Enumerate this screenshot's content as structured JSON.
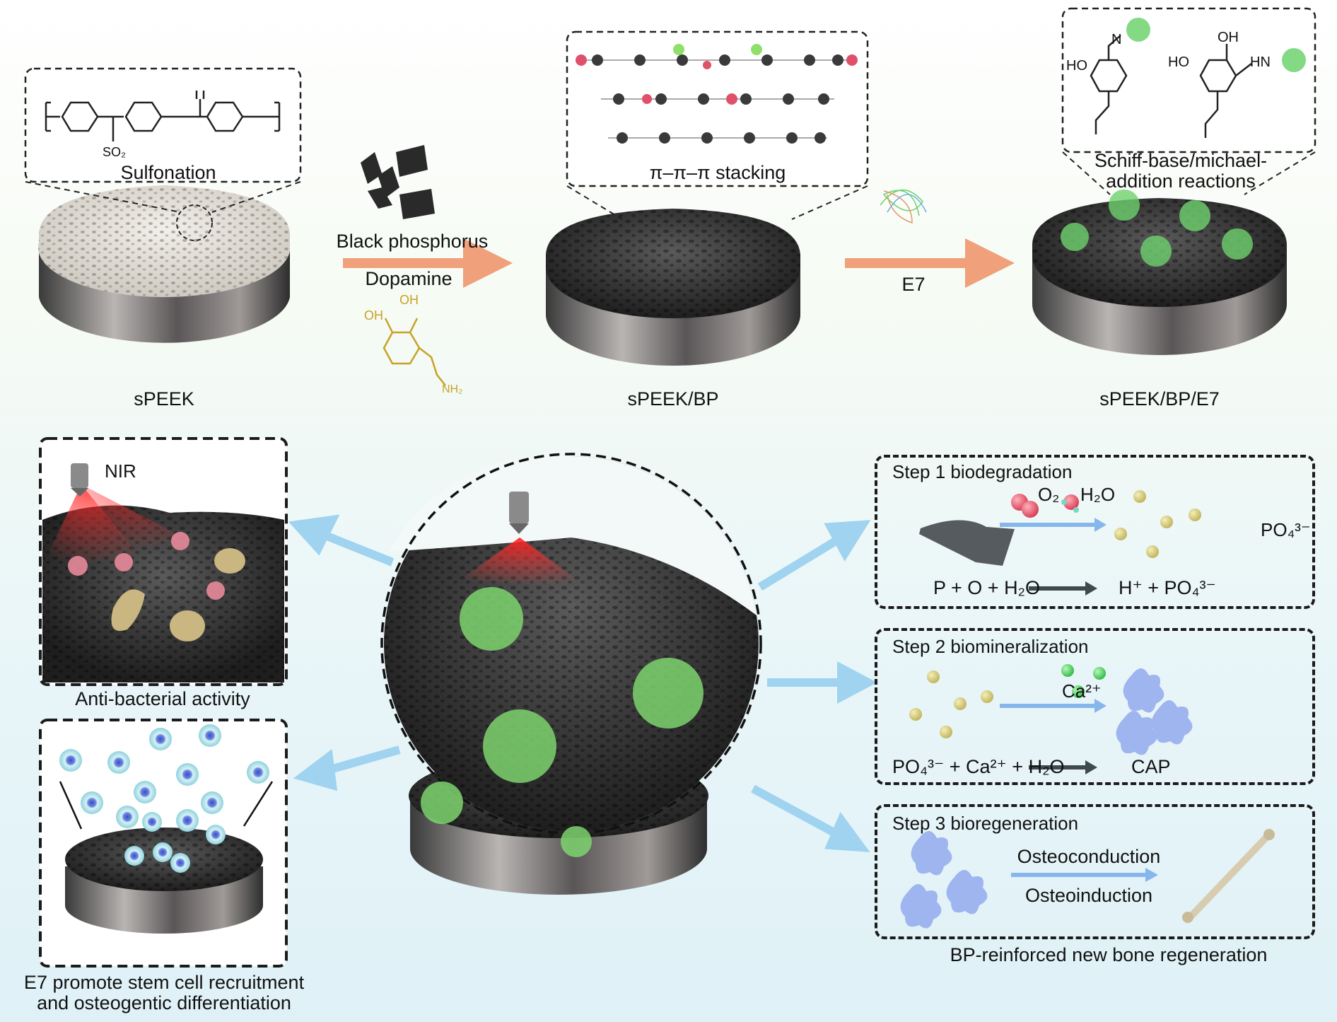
{
  "top_row": {
    "speek": {
      "label": "sPEEK",
      "inset_label": "Sulfonation",
      "sulfonate_group": "SO₂"
    },
    "reagent_arrow_1": {
      "line1": "Black phosphorus",
      "line2": "Dopamine",
      "dopamine_oh1": "OH",
      "dopamine_oh2": "OH",
      "dopamine_nh2": "NH₂"
    },
    "speek_bp": {
      "label": "sPEEK/BP",
      "inset_label": "π–π–π stacking"
    },
    "reagent_arrow_2": {
      "label": "E7"
    },
    "speek_bp_e7": {
      "label": "sPEEK/BP/E7",
      "inset_label_line1": "Schiff-base/michael-",
      "inset_label_line2": "addition reactions",
      "ho1": "HO",
      "n": "N",
      "ho2": "HO",
      "oh": "OH",
      "hn": "HN"
    }
  },
  "left_panels": {
    "antibacterial": {
      "nir_label": "NIR",
      "caption": "Anti-bacterial activity"
    },
    "stem_cell": {
      "caption_line1": "E7 promote stem cell recruitment",
      "caption_line2": "and osteogentic differentiation"
    }
  },
  "steps": [
    {
      "title": "Step 1 biodegradation",
      "reagent1": "O₂",
      "reagent2": "H₂O",
      "product": "PO₄³⁻",
      "equation_left": "P + O + H₂O",
      "equation_right": "H⁺ + PO₄³⁻"
    },
    {
      "title": "Step 2 biomineralization",
      "reagent": "Ca²⁺",
      "equation_left": "PO₄³⁻ + Ca²⁺ + H₂O",
      "equation_right": "CAP"
    },
    {
      "title": "Step 3 bioregeneration",
      "arrow_top": "Osteoconduction",
      "arrow_bottom": "Osteoinduction"
    }
  ],
  "bottom_caption": "BP-reinforced new bone regeneration",
  "colors": {
    "arrow_orange": "#f0a07a",
    "arrow_blue": "#8ccbef",
    "step_arrow": "#86b6ec",
    "eq_arrow": "#3f4a4c",
    "phosphate": "#d8cf80",
    "calcium": "#5bd66a",
    "cap": "#9fb5ef",
    "oxygen": "#e0506a"
  }
}
